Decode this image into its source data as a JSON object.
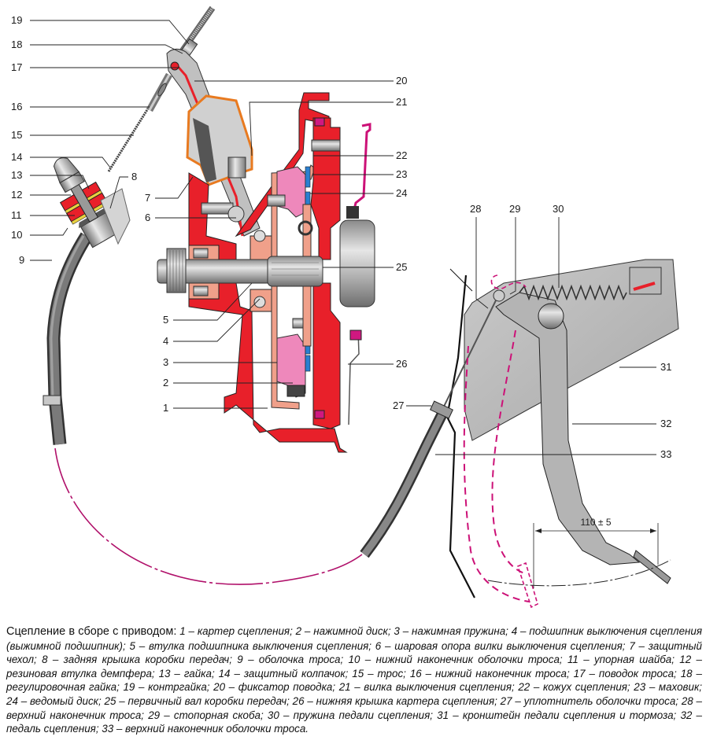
{
  "figure": {
    "callouts": [
      {
        "id": "1",
        "text": "1"
      },
      {
        "id": "2",
        "text": "2"
      },
      {
        "id": "3",
        "text": "3"
      },
      {
        "id": "4",
        "text": "4"
      },
      {
        "id": "5",
        "text": "5"
      },
      {
        "id": "6",
        "text": "6"
      },
      {
        "id": "7",
        "text": "7"
      },
      {
        "id": "8",
        "text": "8"
      },
      {
        "id": "9",
        "text": "9"
      },
      {
        "id": "10",
        "text": "10"
      },
      {
        "id": "11",
        "text": "11"
      },
      {
        "id": "12",
        "text": "12"
      },
      {
        "id": "13",
        "text": "13"
      },
      {
        "id": "14",
        "text": "14"
      },
      {
        "id": "15",
        "text": "15"
      },
      {
        "id": "16",
        "text": "16"
      },
      {
        "id": "17",
        "text": "17"
      },
      {
        "id": "18",
        "text": "18"
      },
      {
        "id": "19",
        "text": "19"
      },
      {
        "id": "20",
        "text": "20"
      },
      {
        "id": "21",
        "text": "21"
      },
      {
        "id": "22",
        "text": "22"
      },
      {
        "id": "23",
        "text": "23"
      },
      {
        "id": "24",
        "text": "24"
      },
      {
        "id": "25",
        "text": "25"
      },
      {
        "id": "26",
        "text": "26"
      },
      {
        "id": "27",
        "text": "27"
      },
      {
        "id": "28",
        "text": "28"
      },
      {
        "id": "29",
        "text": "29"
      },
      {
        "id": "30",
        "text": "30"
      },
      {
        "id": "31",
        "text": "31"
      },
      {
        "id": "32",
        "text": "32"
      },
      {
        "id": "33",
        "text": "33"
      }
    ],
    "dimension_label": "110 ± 5",
    "colors": {
      "housing_red": "#e8202a",
      "light_salmon": "#f0a08a",
      "pink_disc": "#ee88bb",
      "magenta": "#cc1177",
      "orange_boot": "#e87a20",
      "gray_metal": "#b8b8b8",
      "dark_cable": "#5a5a5a",
      "blue_lining": "#2a7fd0",
      "yellow_washer": "#e8d040"
    }
  },
  "caption": {
    "title": "Сцепление в сборе с приводом:",
    "body": "1 – картер сцепления; 2 – нажимной диск; 3 – нажимная пружина; 4 – подшипник выключения сцепления (выжимной подшипник); 5 – втулка подшипника выключения сцепления; 6 – шаровая опора вилки выключения сцепления; 7 – защитный чехол; 8 – задняя крышка коробки передач; 9 – оболочка троса; 10 – нижний наконечник оболочки троса; 11 – упорная шайба; 12 – резиновая втулка демпфера; 13 – гайка; 14 – защитный колпачок; 15 – трос; 16 – нижний наконечник троса; 17 – поводок троса; 18 – регулировочная гайка; 19 – контргайка; 20 – фиксатор поводка; 21 – вилка выключения сцепления; 22 – кожух сцепления; 23 – маховик; 24 – ведомый диск; 25 – первичный вал коробки передач; 26 – нижняя крышка картера сцепления; 27 – уплотнитель оболочки троса; 28 – верхний наконечник троса; 29 – стопорная скоба; 30 – пружина педали сцепления; 31 – кронштейн педали сцепления и тормоза; 32 – педаль сцепления; 33 – верхний наконечник оболочки троса."
  }
}
